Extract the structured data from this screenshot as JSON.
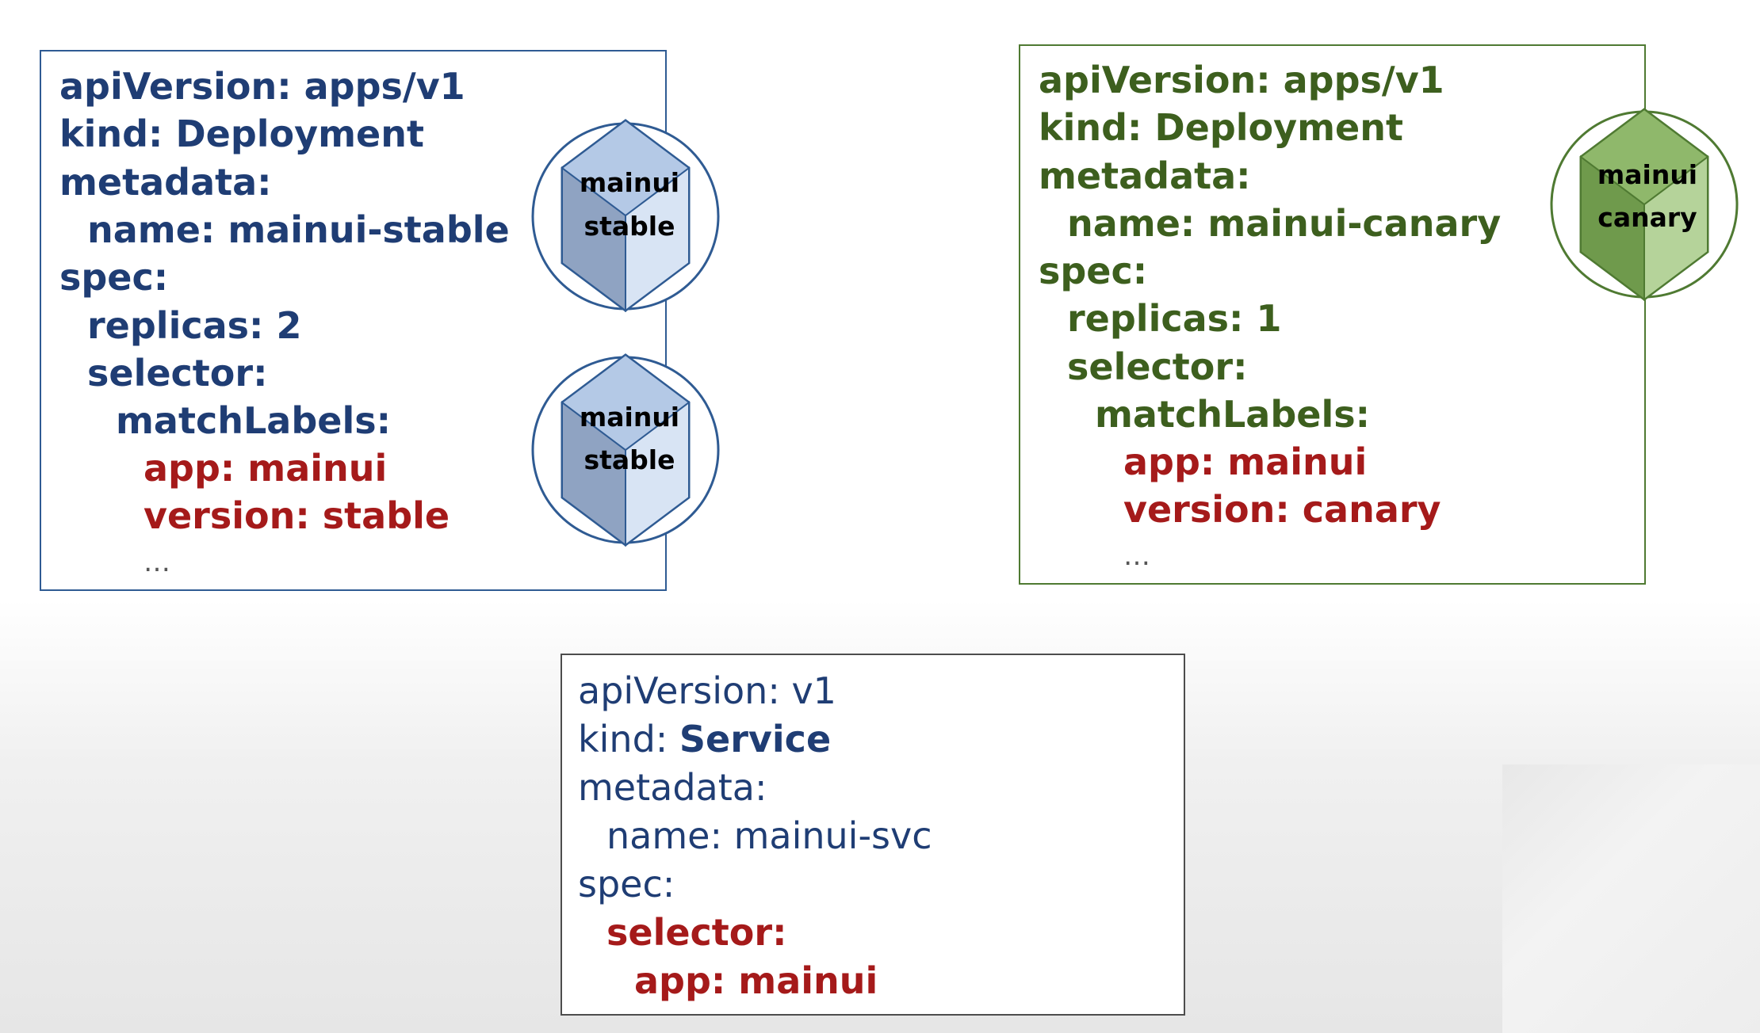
{
  "stable_deployment": {
    "lines": [
      {
        "text": "apiVersion: apps/v1"
      },
      {
        "text": "kind: Deployment"
      },
      {
        "text": "metadata:"
      },
      {
        "text": "name: mainui-stable"
      },
      {
        "text": "spec:"
      },
      {
        "text": "replicas: 2"
      },
      {
        "text": "selector:"
      },
      {
        "text": "matchLabels:"
      },
      {
        "text": "app: mainui"
      },
      {
        "text": "version: stable"
      },
      {
        "text": "…"
      }
    ],
    "pods": [
      {
        "line1": "mainui",
        "line2": "stable"
      },
      {
        "line1": "mainui",
        "line2": "stable"
      }
    ]
  },
  "canary_deployment": {
    "lines": [
      {
        "text": "apiVersion: apps/v1"
      },
      {
        "text": "kind: Deployment"
      },
      {
        "text": "metadata:"
      },
      {
        "text": "name: mainui-canary"
      },
      {
        "text": "spec:"
      },
      {
        "text": "replicas: 1"
      },
      {
        "text": "selector:"
      },
      {
        "text": "matchLabels:"
      },
      {
        "text": "app: mainui"
      },
      {
        "text": "version: canary"
      },
      {
        "text": "…"
      }
    ],
    "pods": [
      {
        "line1": "mainui",
        "line2": "canary"
      }
    ]
  },
  "service": {
    "api_version": "apiVersion: v1",
    "kind_key": "kind: ",
    "kind_value": "Service",
    "metadata": "metadata:",
    "name": "name: mainui-svc",
    "spec": "spec:",
    "selector": "selector:",
    "app": "app: mainui"
  },
  "colors": {
    "stable_border": "#2f5b93",
    "stable_text": "#1f3d74",
    "canary_border": "#4f7a32",
    "canary_text": "#3d5f1e",
    "label_red": "#a51a1a",
    "service_border": "#4d4d4d",
    "stable_pod_fill": "#b4c9e6",
    "canary_pod_fill": "#8fb86b"
  }
}
